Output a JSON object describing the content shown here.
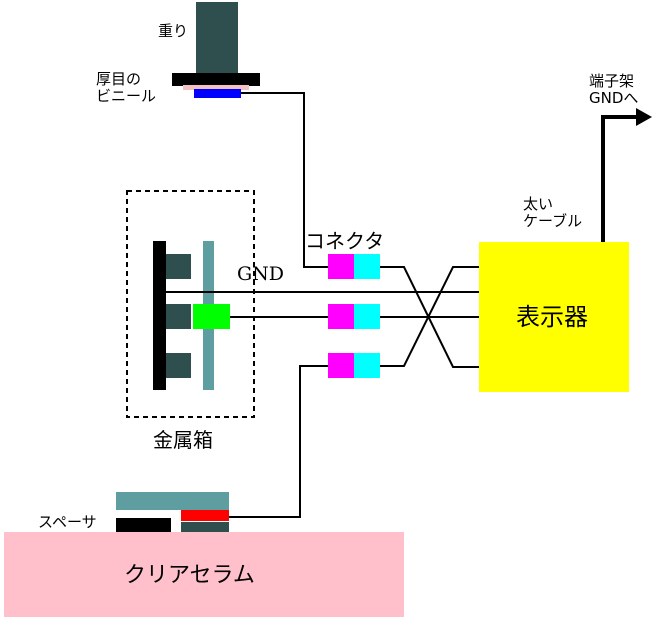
{
  "labels": {
    "weight": "重り",
    "vinyl_line1": "厚目の",
    "vinyl_line2": "ビニール",
    "connector": "コネクタ",
    "gnd": "GND",
    "metal_box": "金属箱",
    "display": "表示器",
    "thick_cable_line1": "太い",
    "thick_cable_line2": "ケーブル",
    "terminal_line1": "端子架",
    "terminal_line2": "GNDへ",
    "spacer": "スペーサ",
    "clear_ceramic": "クリアセラム"
  },
  "colors": {
    "dark_slate": "#2f4f4f",
    "teal": "#5f9ea0",
    "magenta": "#ff00ff",
    "cyan": "#00ffff",
    "blue": "#0000ff",
    "red": "#ff0000",
    "green": "#00ff00",
    "yellow": "#ffff00",
    "pink": "#ffc0cb",
    "light_pink": "#f4c2c2",
    "black": "#000000"
  }
}
